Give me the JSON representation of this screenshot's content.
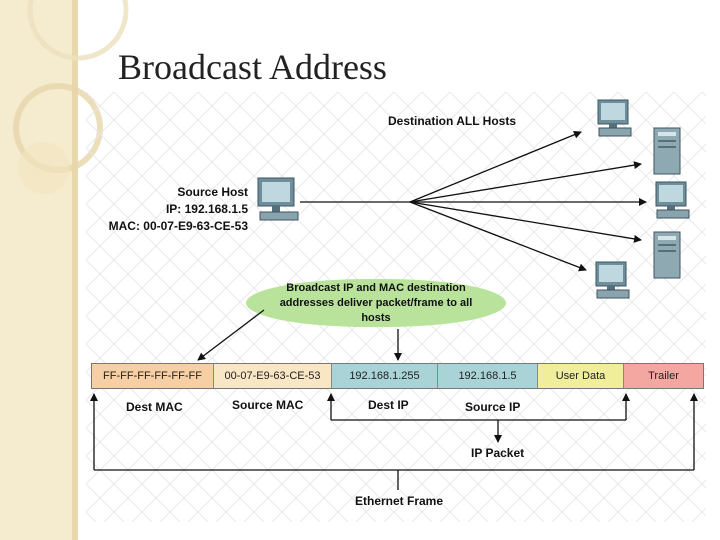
{
  "slide": {
    "title": "Broadcast Address"
  },
  "diagram": {
    "destination_label": "Destination ALL Hosts",
    "source_host": {
      "title": "Source Host",
      "ip": "IP: 192.168.1.5",
      "mac": "MAC: 00-07-E9-63-CE-53"
    },
    "bubble_text": "Broadcast IP and MAC destination addresses deliver packet/frame to all hosts",
    "frame_cells": [
      {
        "text": "FF-FF-FF-FF-FF-FF",
        "color": "#f6cfa4"
      },
      {
        "text": "00-07-E9-63-CE-53",
        "color": "#f9e6c4"
      },
      {
        "text": "192.168.1.255",
        "color": "#a9d3d6"
      },
      {
        "text": "192.168.1.5",
        "color": "#a9d3d6"
      },
      {
        "text": "User Data",
        "color": "#f0ed9b"
      },
      {
        "text": "Trailer",
        "color": "#f3a7a0"
      }
    ],
    "field_labels": {
      "dest_mac": "Dest MAC",
      "source_mac": "Source MAC",
      "dest_ip": "Dest IP",
      "source_ip": "Source IP",
      "ip_packet": "IP Packet",
      "ethernet_frame": "Ethernet Frame"
    }
  },
  "icons": [
    "computer-icon",
    "server-icon"
  ]
}
